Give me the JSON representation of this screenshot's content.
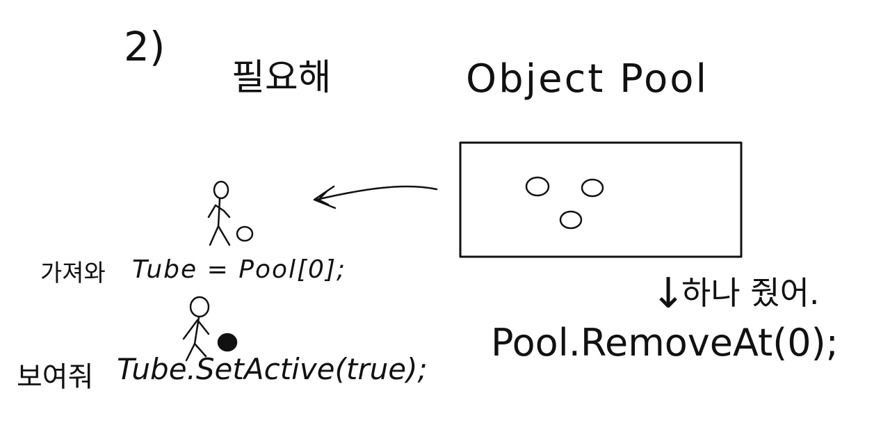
{
  "colors": {
    "ink": "#111111",
    "background": "#ffffff"
  },
  "step_number": "2)",
  "need_label": "필요해",
  "pool_title": "Object Pool",
  "pool_box": {
    "object_count": 3
  },
  "bring_line": {
    "korean": "가져와",
    "code": "Tube = Pool[0];"
  },
  "show_line": {
    "korean": "보여줘",
    "code": "Tube.SetActive(true);"
  },
  "give_line": {
    "arrow": "↓",
    "korean": "하나 줬어."
  },
  "remove_code": "Pool.RemoveAt(0);"
}
